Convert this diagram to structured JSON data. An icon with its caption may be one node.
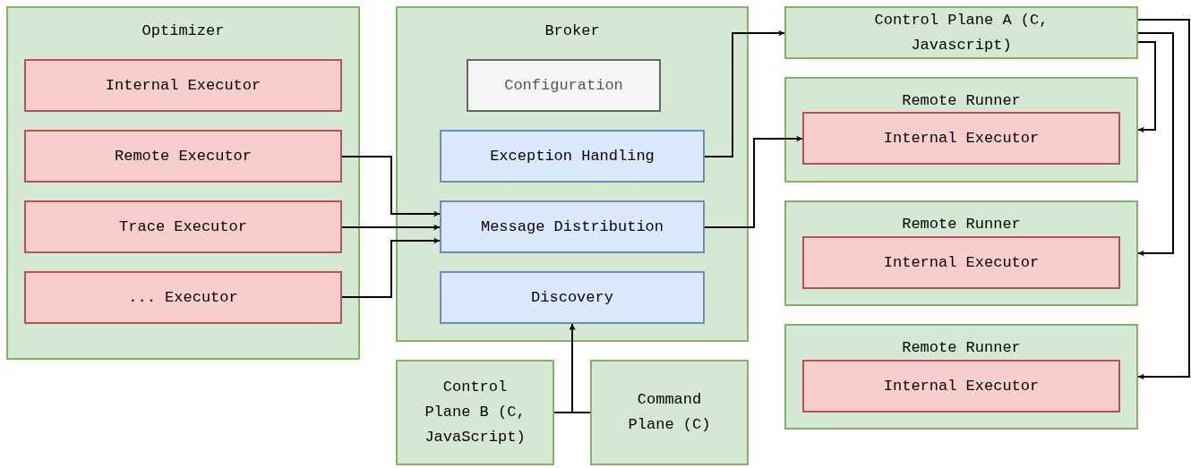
{
  "diagram": {
    "nodes": [
      {
        "text": [
          "Optimizer"
        ]
      },
      {
        "text": [
          "Internal Executor"
        ],
        "in": 0
      },
      {
        "text": [
          "Remote Executor"
        ],
        "in": 0
      },
      {
        "text": [
          "Trace Executor"
        ],
        "in": 0
      },
      {
        "text": [
          "... Executor"
        ],
        "in": 0
      },
      {
        "text": [
          "Broker"
        ]
      },
      {
        "text": [
          "Configuration"
        ],
        "in": 5
      },
      {
        "text": [
          "Exception Handling"
        ],
        "in": 5
      },
      {
        "text": [
          "Message Distribution"
        ],
        "in": 5
      },
      {
        "text": [
          "Discovery"
        ],
        "in": 5
      },
      {
        "text": [
          "Control Plane A (C, Javascript)"
        ]
      },
      {
        "text": [
          "Remote Runner"
        ]
      },
      {
        "text": [
          "Internal Executor"
        ],
        "in": 11
      },
      {
        "text": [
          "Remote Runner"
        ]
      },
      {
        "text": [
          "Internal Executor"
        ],
        "in": 13
      },
      {
        "text": [
          "Remote Runner"
        ]
      },
      {
        "text": [
          "Internal Executor"
        ],
        "in": 15
      },
      {
        "text": [
          "Control Plane B (C, JavaScript)"
        ]
      },
      {
        "text": [
          "Command Plane (C)"
        ]
      }
    ],
    "edges": [
      {
        "from": 2,
        "to": 8,
        "arrow": "to"
      },
      {
        "from": 3,
        "to": 8,
        "arrow": "to"
      },
      {
        "from": 4,
        "to": 8,
        "arrow": "to"
      },
      {
        "from": 7,
        "to": 10,
        "arrow": "to"
      },
      {
        "from": 8,
        "to": 12,
        "arrow": "to"
      },
      {
        "from": 10,
        "to": 11,
        "arrow": "to"
      },
      {
        "from": 10,
        "to": 13,
        "arrow": "to"
      },
      {
        "from": 10,
        "to": 15,
        "arrow": "to"
      },
      {
        "from": 17,
        "to": 9,
        "arrow": "to"
      },
      {
        "from": 18,
        "to": 9,
        "arrow": "to"
      }
    ]
  }
}
